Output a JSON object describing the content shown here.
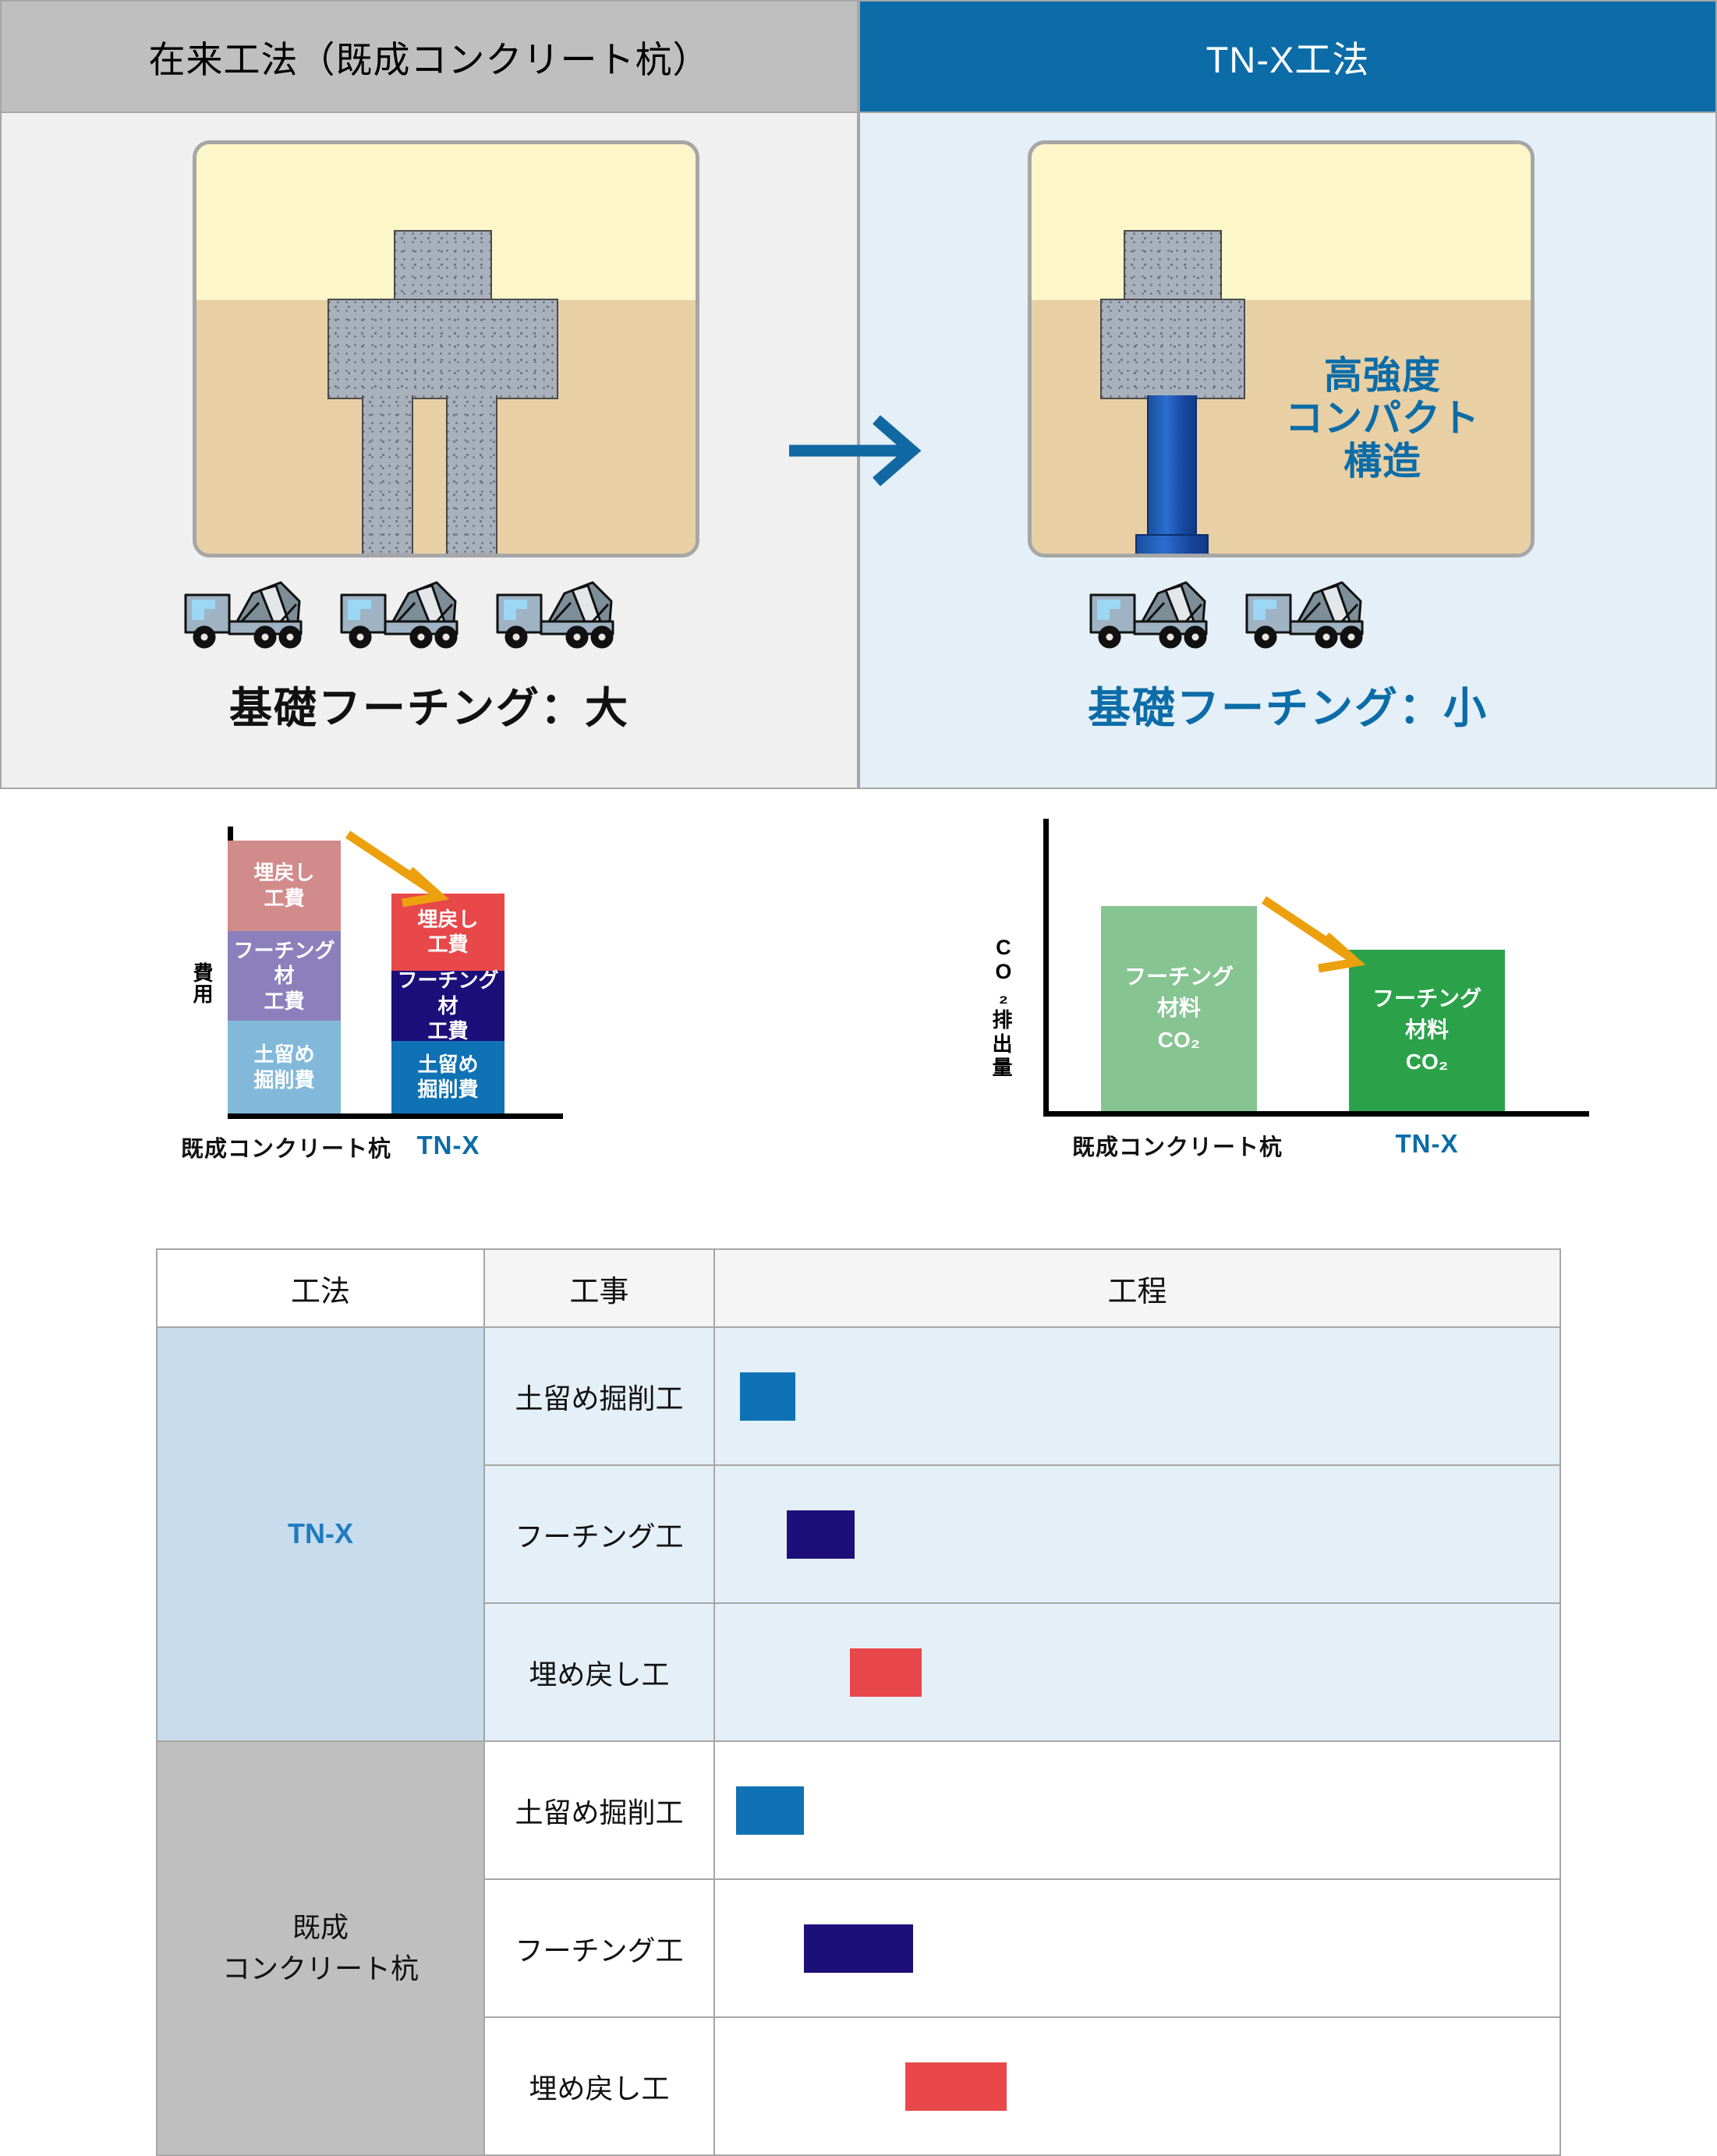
{
  "compare": {
    "left": {
      "header": "在来工法（既成コンクリート杭）",
      "caption": "基礎フーチング：大",
      "truck_count": 3,
      "icon": "concrete-mixer-truck-icon"
    },
    "right": {
      "header": "TN-X工法",
      "caption": "基礎フーチング：小",
      "highlight": "高強度\nコンパクト\n構造",
      "highlight_lines": [
        "高強度",
        "コンパクト",
        "構造"
      ],
      "truck_count": 2,
      "icon": "concrete-mixer-truck-icon"
    },
    "transition_arrow": "right-arrow-icon"
  },
  "colors": {
    "brand_blue": "#0b6ca8",
    "header_gray": "#bfbfbf",
    "panel_left_bg": "#f0f0f0",
    "panel_right_bg": "#e4eff7",
    "soil_upper": "#fdf6c9",
    "soil_lower": "#e8cfa4",
    "concrete": "#a8b0bc",
    "pile_blue": "#1b4f9e",
    "arrow_orange": "#eda00d",
    "cost_backfill_old": "#d28b8b",
    "cost_footing_old": "#8b80bc",
    "cost_excav_old": "#82b9db",
    "cost_backfill_new": "#e8484a",
    "cost_footing_new": "#1d0f7a",
    "cost_excav_new": "#0f72b4",
    "co2_old": "#86c491",
    "co2_new": "#2ba24a"
  },
  "chart_data": [
    {
      "type": "bar",
      "id": "cost-chart",
      "stacked": true,
      "title": "",
      "ylabel": "費用",
      "ylabel_chars": [
        "費",
        "用"
      ],
      "xlabel": "",
      "grid": false,
      "legend": "none",
      "annotation": "reduction-arrow",
      "categories": [
        "既成コンクリート杭",
        "TN-X"
      ],
      "series": [
        {
          "name": "埋戻し工費",
          "values": [
            32,
            24
          ]
        },
        {
          "name": "フーチング材工費",
          "values": [
            30,
            22
          ]
        },
        {
          "name": "土留め掘削費",
          "values": [
            30,
            24
          ]
        }
      ],
      "segment_labels": [
        [
          "埋戻し",
          "工費"
        ],
        [
          "フーチング材",
          "工費"
        ],
        [
          "土留め",
          "掘削費"
        ]
      ],
      "totals": [
        92,
        70
      ],
      "ylim": [
        0,
        100
      ]
    },
    {
      "type": "bar",
      "id": "co2-chart",
      "stacked": false,
      "title": "",
      "ylabel": "CO₂ 排出量",
      "ylabel_chars": [
        "CO₂",
        "排",
        "出",
        "量"
      ],
      "xlabel": "",
      "grid": false,
      "legend": "none",
      "annotation": "reduction-arrow",
      "categories": [
        "既成コンクリート杭",
        "TN-X"
      ],
      "values": [
        100,
        70
      ],
      "bar_labels": [
        [
          "フーチング",
          "材料",
          "CO₂"
        ],
        [
          "フーチング",
          "材料",
          "CO₂"
        ]
      ],
      "ylim": [
        0,
        115
      ]
    }
  ],
  "schedule_table": {
    "headers": [
      "工法",
      "工事",
      "工程"
    ],
    "groups": [
      {
        "method": "TN-X",
        "method_lines": [
          "TN-X"
        ],
        "style": "tnx",
        "rows": [
          {
            "work": "土留め掘削工",
            "bar_color": "#0f72b4",
            "bar_start_pct": 3,
            "bar_width_pct": 6.5
          },
          {
            "work": "フーチング工",
            "bar_color": "#1d0f7a",
            "bar_start_pct": 8.5,
            "bar_width_pct": 8
          },
          {
            "work": "埋め戻し工",
            "bar_color": "#e8484a",
            "bar_start_pct": 16,
            "bar_width_pct": 8.5
          }
        ]
      },
      {
        "method": "既成コンクリート杭",
        "method_lines": [
          "既成",
          "コンクリート杭"
        ],
        "style": "concrete",
        "rows": [
          {
            "work": "土留め掘削工",
            "bar_color": "#0f72b4",
            "bar_start_pct": 2.5,
            "bar_width_pct": 8
          },
          {
            "work": "フーチング工",
            "bar_color": "#1d0f7a",
            "bar_start_pct": 10.5,
            "bar_width_pct": 13
          },
          {
            "work": "埋め戻し工",
            "bar_color": "#e8484a",
            "bar_start_pct": 22.5,
            "bar_width_pct": 12
          }
        ]
      }
    ]
  }
}
